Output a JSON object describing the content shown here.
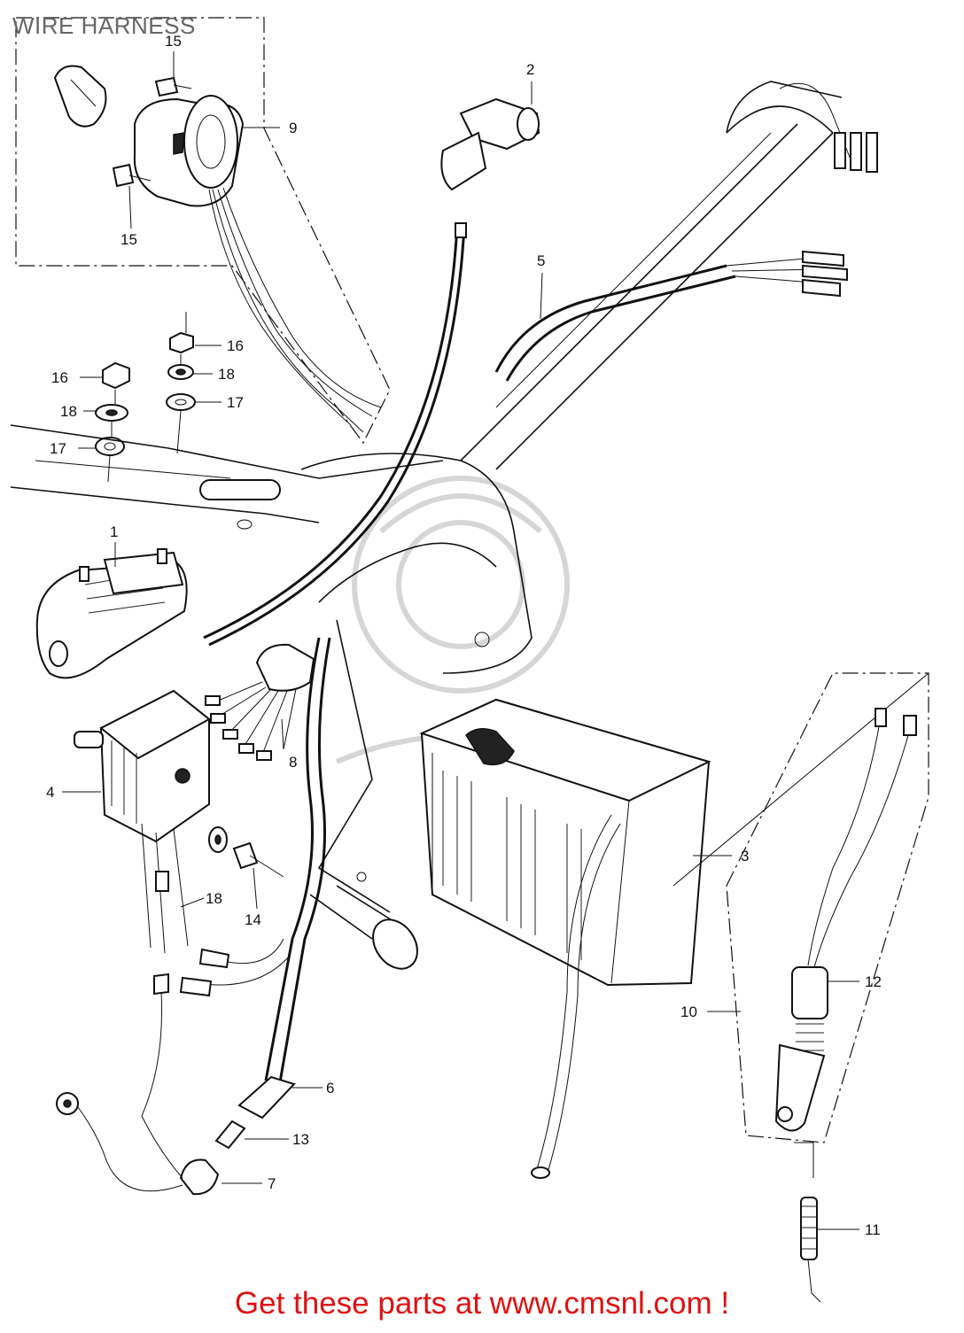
{
  "title": "WIRE HARNESS",
  "footer": "Get these parts at www.cmsnl.com !",
  "colors": {
    "footer": "#e01010",
    "title": "#666666",
    "line": "#111111"
  },
  "callouts": {
    "c1": "1",
    "c2": "2",
    "c3": "3",
    "c4": "4",
    "c5": "5",
    "c6": "6",
    "c7": "7",
    "c8": "8",
    "c9": "9",
    "c10": "10",
    "c11": "11",
    "c12": "12",
    "c13": "13",
    "c14": "14",
    "c15a": "15",
    "c15b": "15",
    "c16a": "16",
    "c16b": "16",
    "c17a": "17",
    "c17b": "17",
    "c18a": "18",
    "c18b": "18",
    "c18c": "18"
  }
}
